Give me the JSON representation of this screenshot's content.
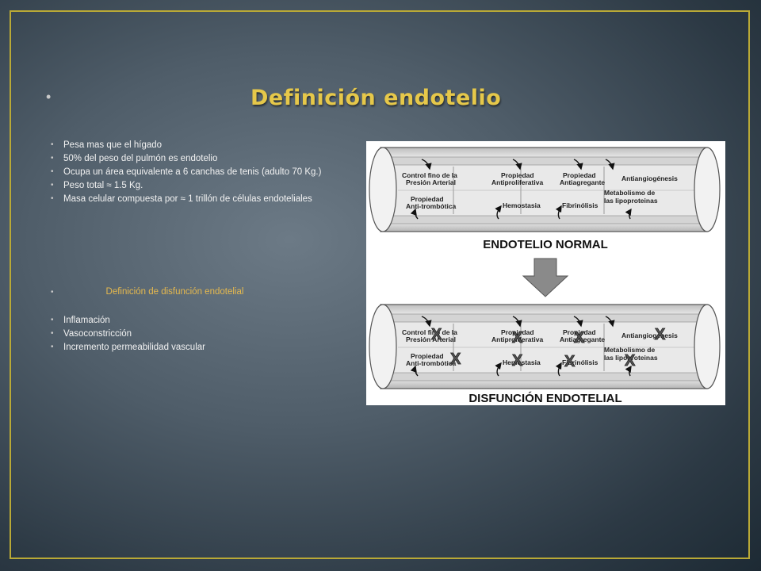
{
  "slide": {
    "title": "Definición endotelio",
    "bullets_top": [
      "Pesa mas que el hígado",
      "50% del peso del pulmón es endotelio",
      "Ocupa un área equivalente a 6 canchas de tenis (adulto 70 Kg.)",
      "Peso total  ≈ 1.5 Kg.",
      "Masa celular compuesta por ≈ 1 trillón de células endoteliales"
    ],
    "subheading": "Definición de disfunción endotelial",
    "bullets_bottom": [
      "Inflamación",
      "Vasoconstricción",
      "Incremento permeabilidad vascular"
    ]
  },
  "figure": {
    "normal_label": "ENDOTELIO NORMAL",
    "dysfunction_label": "DISFUNCIÓN ENDOTELIAL",
    "cells_top": {
      "c1": "Control fino de la",
      "c1b": "Presión Arterial",
      "c2": "Propiedad",
      "c2b": "Antiproliferativa",
      "c3": "Propiedad",
      "c3b": "Antiagregante",
      "c4": "Antiangiogénesis"
    },
    "cells_bottom": {
      "c1": "Propiedad",
      "c1b": "Anti-trombótica",
      "c2": "Hemostasia",
      "c3": "Fibrinólisis",
      "c4": "Metabolismo de",
      "c4b": "las lipoproteinas"
    },
    "x_mark": "X"
  }
}
